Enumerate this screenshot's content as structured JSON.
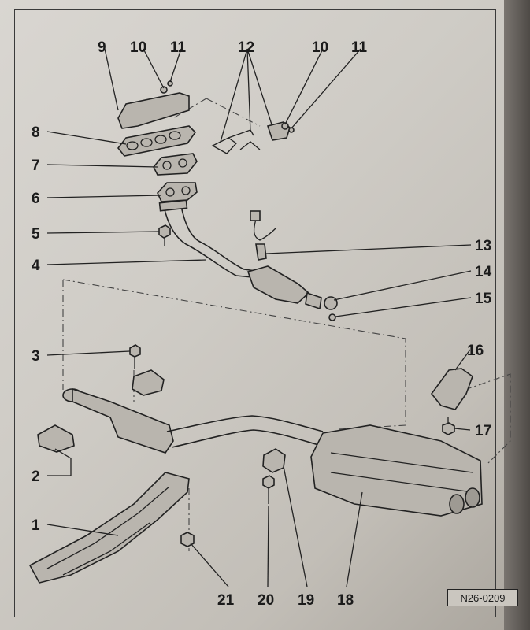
{
  "callouts": {
    "n1": "1",
    "n2": "2",
    "n3": "3",
    "n4": "4",
    "n5": "5",
    "n6": "6",
    "n7": "7",
    "n8": "8",
    "n9": "9",
    "n10a": "10",
    "n11a": "11",
    "n12": "12",
    "n10b": "10",
    "n11b": "11",
    "n13": "13",
    "n14": "14",
    "n15": "15",
    "n16": "16",
    "n17": "17",
    "n18": "18",
    "n19": "19",
    "n20": "20",
    "n21": "21"
  },
  "reference_code": "N26-0209"
}
